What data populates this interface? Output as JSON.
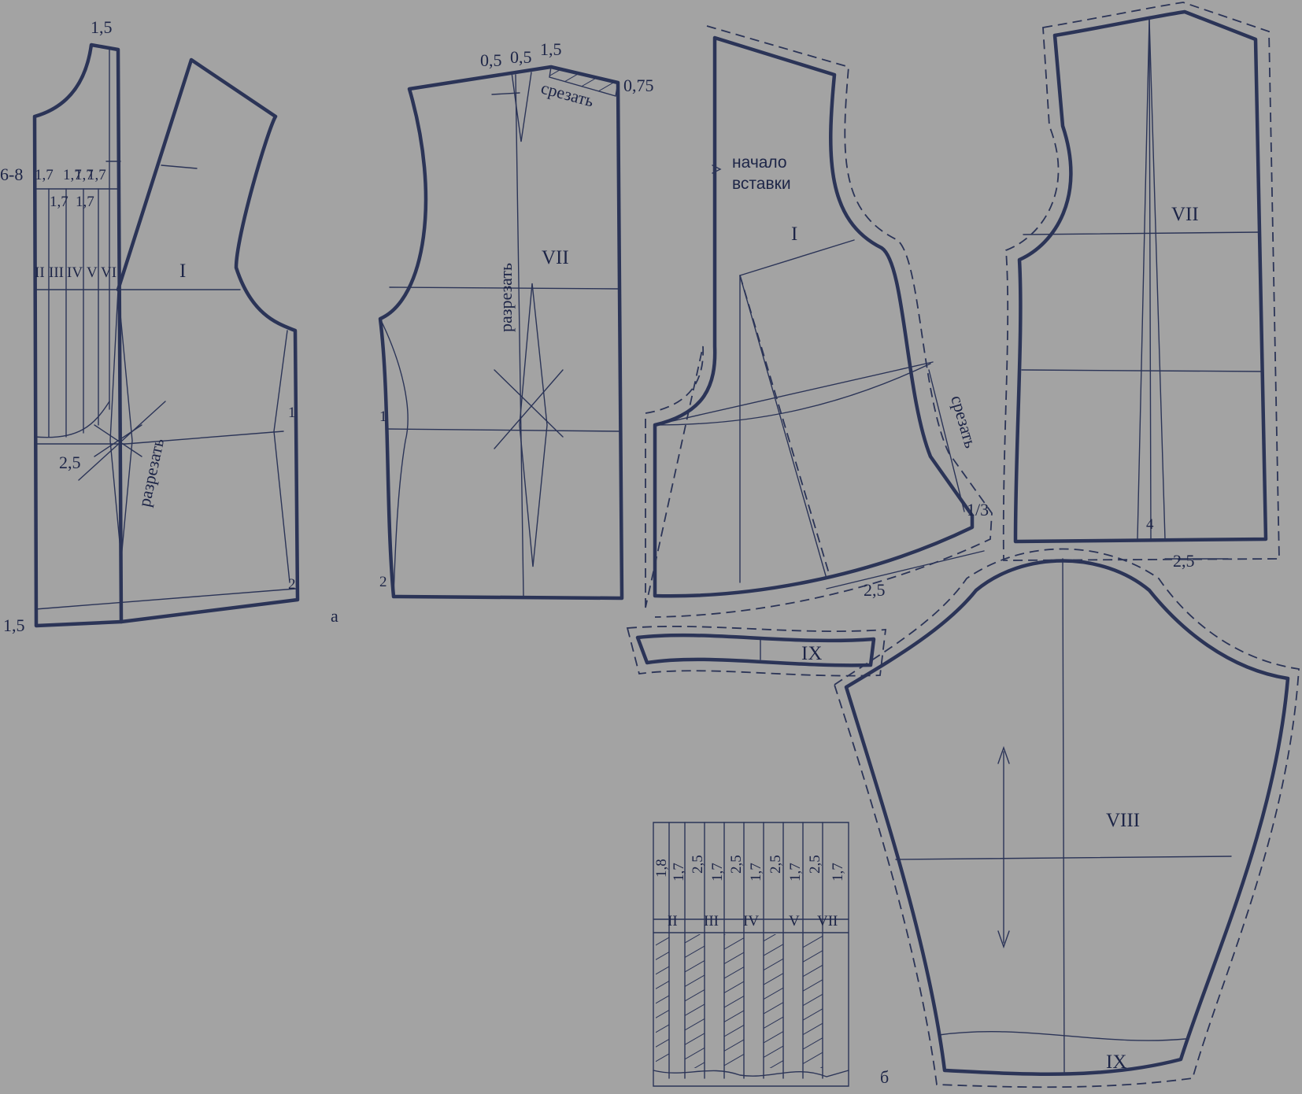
{
  "pieces": {
    "front": {
      "top_value": "1,5",
      "left_value": "6-8",
      "shift_row1": [
        "1,7",
        "1,7",
        "1,7",
        "1,7"
      ],
      "shift_row2": [
        "1,7",
        "1,7"
      ],
      "stripes": [
        "II",
        "III",
        "IV",
        "V",
        "VI"
      ],
      "piece_number": "I",
      "cut_label": "разрезать",
      "dart_value": "2,5",
      "waist_value": "1",
      "hem_value": "2",
      "bottom_value": "1,5",
      "figure_letter": "а"
    },
    "back": {
      "shoulder_values": [
        "0,5",
        "0,5",
        "1,5"
      ],
      "shoulder_end_value": "0,75",
      "trim_label": "срезать",
      "cut_label": "разрезать",
      "piece_number": "VII",
      "waist_value": "1",
      "hem_value": "2"
    },
    "front_b": {
      "insert_label_line1": "начало",
      "insert_label_line2": "вставки",
      "piece_number": "I",
      "trim_label": "срезать",
      "fraction_value": "1/3",
      "hem_value": "2,5"
    },
    "back_b": {
      "piece_number": "VII",
      "dart_value": "4",
      "hem_value": "2,5"
    },
    "cuff": {
      "piece_number": "IX"
    },
    "sleeve": {
      "piece_number": "VIII",
      "cuff_number": "IX"
    },
    "insert": {
      "widths": [
        "1,8",
        "1,7",
        "2,5",
        "1,7",
        "2,5",
        "1,7",
        "2,5",
        "1,7",
        "2,5",
        "1,7"
      ],
      "stripes": [
        "II",
        "III",
        "IV",
        "V",
        "VII"
      ]
    },
    "figure_letter_b": "б"
  }
}
